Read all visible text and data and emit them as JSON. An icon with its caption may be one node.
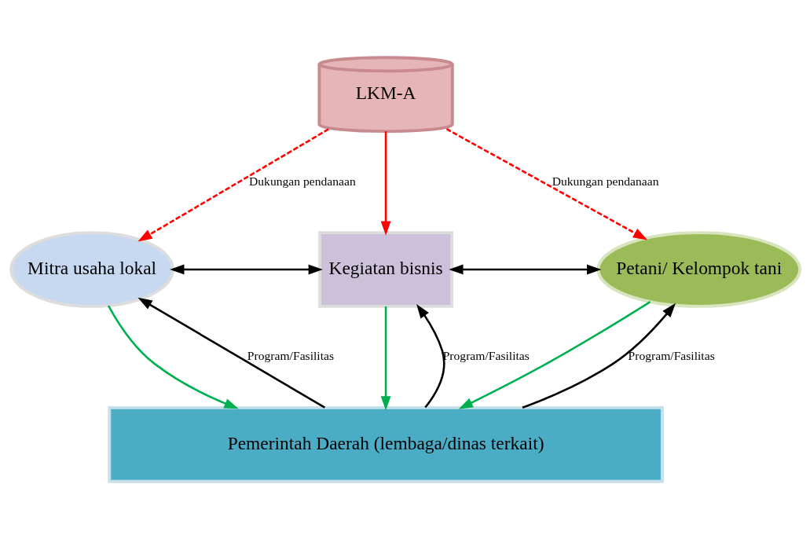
{
  "diagram": {
    "nodes": [
      {
        "text": [
          "LKM-A"
        ]
      },
      {
        "text": [
          "Mitra usaha lokal"
        ]
      },
      {
        "text": [
          "Kegiatan bisnis"
        ]
      },
      {
        "text": [
          "Petani/ Kelompok tani"
        ]
      },
      {
        "text": [
          "Pemerintah Daerah (lembaga/dinas terkait)"
        ]
      }
    ],
    "edges": [
      {
        "from": 0,
        "to": 1,
        "arrow": "to",
        "label": "Dukungan pendanaan",
        "style": "dashed",
        "color": "#ff0000"
      },
      {
        "from": 0,
        "to": 2,
        "arrow": "to",
        "color": "#ff0000"
      },
      {
        "from": 0,
        "to": 3,
        "arrow": "to",
        "label": "Dukungan pendanaan",
        "style": "dashed",
        "color": "#ff0000"
      },
      {
        "from": 1,
        "to": 2,
        "arrow": "both"
      },
      {
        "from": 2,
        "to": 3,
        "arrow": "both"
      },
      {
        "from": 1,
        "to": 4,
        "arrow": "to",
        "color": "#00b050"
      },
      {
        "from": 4,
        "to": 1,
        "arrow": "to",
        "label": "Program/Fasilitas"
      },
      {
        "from": 2,
        "to": 4,
        "arrow": "to",
        "color": "#00b050"
      },
      {
        "from": 4,
        "to": 2,
        "arrow": "to",
        "label": "Program/Fasilitas"
      },
      {
        "from": 3,
        "to": 4,
        "arrow": "to",
        "color": "#00b050"
      },
      {
        "from": 4,
        "to": 3,
        "arrow": "to",
        "label": "Program/Fasilitas"
      }
    ]
  }
}
